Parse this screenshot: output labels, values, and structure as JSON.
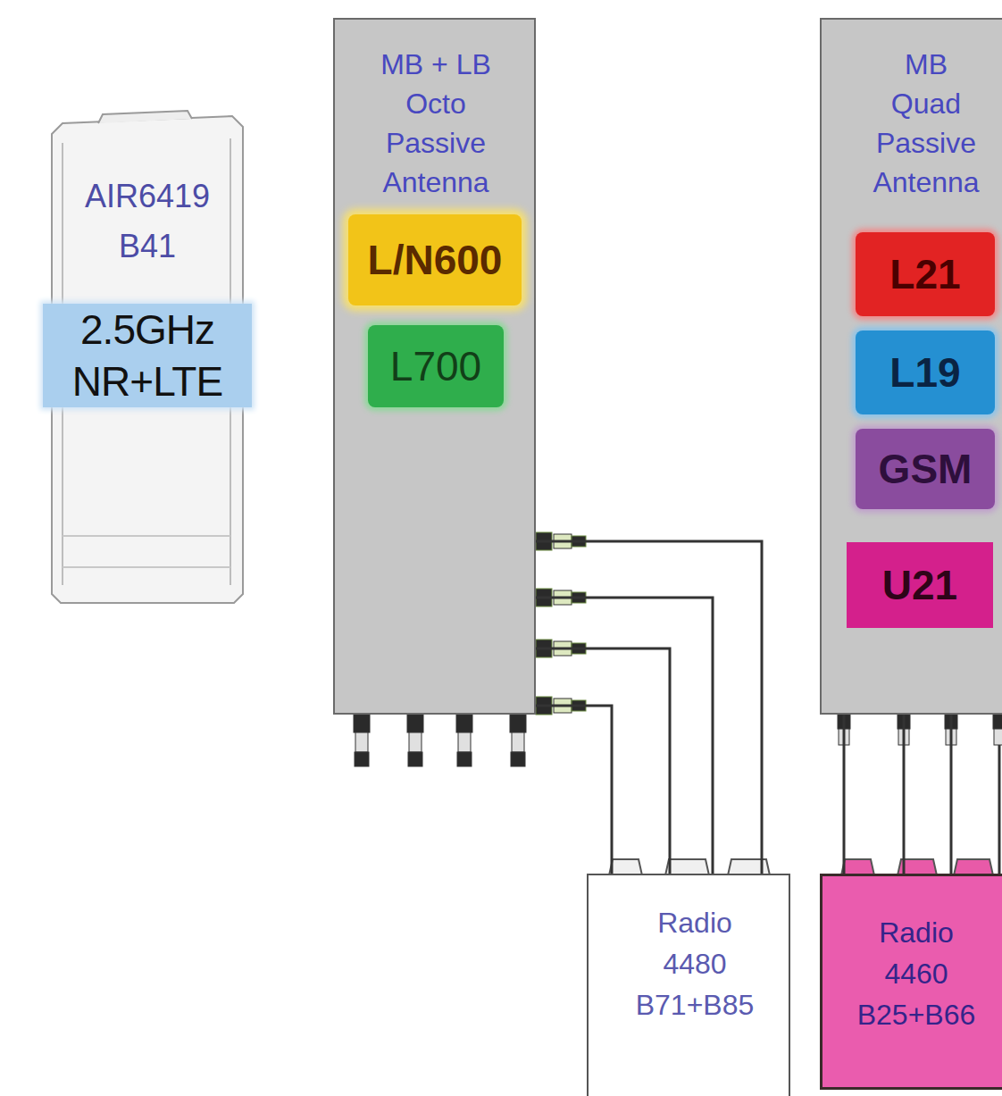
{
  "diagram": {
    "nodes": [
      {
        "text": [
          "AIR6419 B41",
          "2.5GHz NR+LTE"
        ]
      },
      {
        "text": [
          "MB + LB Octo Passive Antenna"
        ]
      },
      {
        "text": [
          "L/N600"
        ],
        "in": 1
      },
      {
        "text": [
          "L700"
        ],
        "in": 1
      },
      {
        "text": [
          "MB Quad Passive Antenna"
        ]
      },
      {
        "text": [
          "L21"
        ],
        "in": 4
      },
      {
        "text": [
          "L19"
        ],
        "in": 4
      },
      {
        "text": [
          "GSM"
        ],
        "in": 4
      },
      {
        "text": [
          "U21"
        ],
        "in": 4
      },
      {
        "text": [
          "Radio 4480 B71+B85"
        ]
      },
      {
        "text": [
          "Radio 4460 B25+B66"
        ]
      }
    ],
    "edges": [
      {
        "from": 1,
        "to": 9,
        "arrow": "none"
      },
      {
        "from": 1,
        "to": 9,
        "arrow": "none"
      },
      {
        "from": 1,
        "to": 9,
        "arrow": "none"
      },
      {
        "from": 1,
        "to": 9,
        "arrow": "none"
      },
      {
        "from": 4,
        "to": 10,
        "arrow": "none"
      },
      {
        "from": 4,
        "to": 10,
        "arrow": "none"
      },
      {
        "from": 4,
        "to": 10,
        "arrow": "none"
      }
    ]
  }
}
